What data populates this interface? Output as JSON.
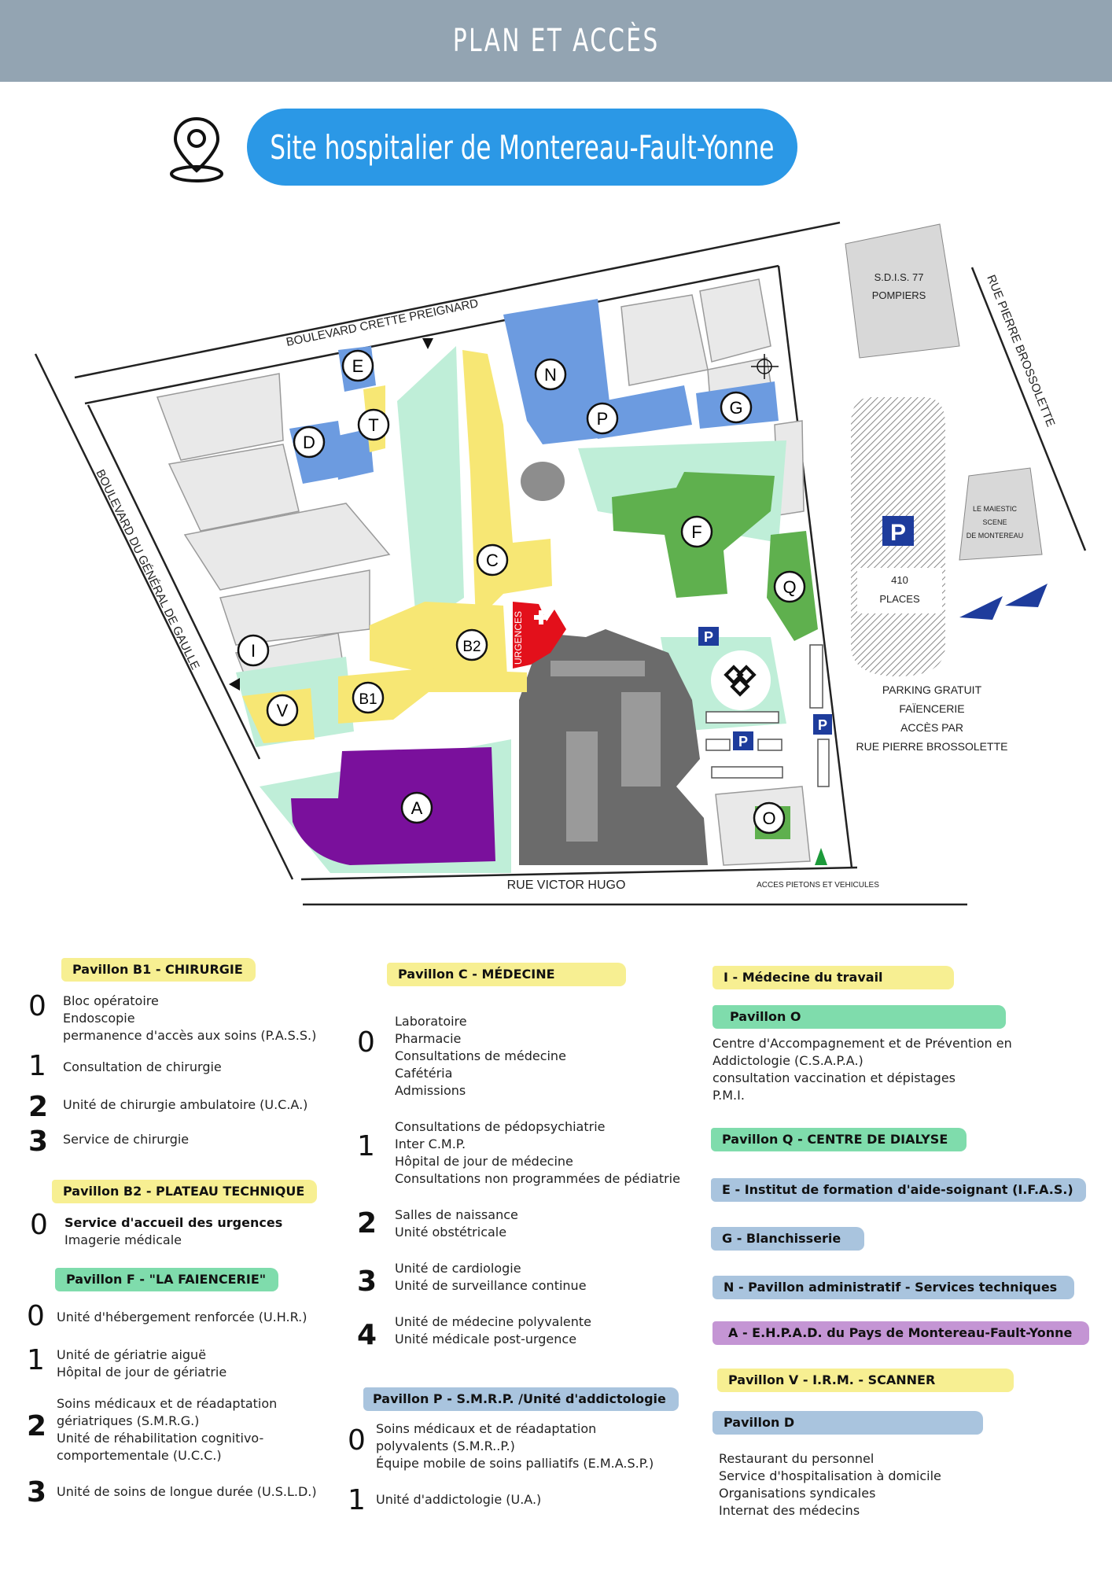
{
  "header": {
    "title": "PLAN ET ACCÈS",
    "site_name": "Site hospitalier de Montereau-Fault-Yonne",
    "bar_color": "#93a4b2",
    "pill_color": "#2b98e6"
  },
  "map": {
    "streets": {
      "north": "BOULEVARD CRETTE PREIGNARD",
      "west": "BOULEVARD DU GÉNÉRAL DE GAULLE",
      "east": "RUE PIERRE BROSSOLETTE",
      "south": "RUE VICTOR HUGO"
    },
    "access_label": "ACCES PIETONS ET VEHICULES",
    "sdis": [
      "S.D.I.S. 77",
      "POMPIERS"
    ],
    "majestic": [
      "LE MAIESTIC",
      "SCENE",
      "DE MONTEREAU"
    ],
    "parking_places": [
      "410",
      "PLACES"
    ],
    "parking_info": [
      "PARKING GRATUIT",
      "FAÏENCERIE",
      "ACCÈS PAR",
      "RUE PIERRE BROSSOLETTE"
    ],
    "parking_symbol": "P",
    "urgences_label": "URGENCES",
    "buildings": {
      "E": "E",
      "T": "T",
      "D": "D",
      "N": "N",
      "P": "P",
      "G": "G",
      "C": "C",
      "F": "F",
      "Q": "Q",
      "B2": "B2",
      "B1": "B1",
      "I": "I",
      "V": "V",
      "A": "A",
      "O": "O"
    },
    "colors": {
      "yellow": "#f7e774",
      "blue": "#6c9be0",
      "green": "#5fb04e",
      "purple": "#7a109c",
      "red": "#e3101b",
      "lawn": "#bfeed8"
    }
  },
  "legend": {
    "b1": {
      "title": "Pavillon B1 - CHIRURGIE",
      "floors": [
        {
          "n": "0",
          "items": [
            "Bloc opératoire",
            "Endoscopie",
            "permanence d'accès aux soins (P.A.S.S.)"
          ]
        },
        {
          "n": "1",
          "items": [
            "Consultation de chirurgie"
          ]
        },
        {
          "n": "2",
          "items": [
            "Unité de chirurgie ambulatoire (U.C.A.)"
          ]
        },
        {
          "n": "3",
          "items": [
            "Service de chirurgie"
          ]
        }
      ]
    },
    "b2": {
      "title": "Pavillon B2 - PLATEAU TECHNIQUE",
      "floors": [
        {
          "n": "0",
          "items": [
            "Service d'accueil des urgences",
            "Imagerie médicale"
          ]
        }
      ]
    },
    "f": {
      "title": "Pavillon F - \"LA FAIENCERIE\"",
      "floors": [
        {
          "n": "0",
          "items": [
            "Unité d'hébergement renforcée (U.H.R.)"
          ]
        },
        {
          "n": "1",
          "items": [
            "Unité de gériatrie aiguë",
            "Hôpital de jour de gériatrie"
          ]
        },
        {
          "n": "2",
          "items": [
            "Soins médicaux et de réadaptation",
            "gériatriques (S.M.R.G.)",
            "Unité de réhabilitation cognitivo-",
            "comportementale (U.C.C.)"
          ]
        },
        {
          "n": "3",
          "items": [
            "Unité de soins de longue durée (U.S.L.D.)"
          ]
        }
      ]
    },
    "c": {
      "title": "Pavillon C - MÉDECINE",
      "floors": [
        {
          "n": "0",
          "items": [
            "Laboratoire",
            "Pharmacie",
            "Consultations de médecine",
            "Cafétéria",
            "Admissions"
          ]
        },
        {
          "n": "1",
          "items": [
            "Consultations de pédopsychiatrie",
            "Inter C.M.P.",
            "Hôpital de jour de médecine",
            "Consultations non programmées de pédiatrie"
          ]
        },
        {
          "n": "2",
          "items": [
            "Salles de naissance",
            "Unité obstétricale"
          ]
        },
        {
          "n": "3",
          "items": [
            "Unité de cardiologie",
            "Unité de surveillance continue"
          ]
        },
        {
          "n": "4",
          "items": [
            "Unité de médecine polyvalente",
            "Unité médicale post-urgence"
          ]
        }
      ]
    },
    "p": {
      "title": "Pavillon P - S.M.R.P. /Unité d'addictologie",
      "floors": [
        {
          "n": "0",
          "items": [
            "Soins médicaux et de réadaptation",
            "polyvalents (S.M.R..P.)",
            "Équipe mobile de soins palliatifs (E.M.A.S.P.)"
          ]
        },
        {
          "n": "1",
          "items": [
            "Unité d'addictologie (U.A.)"
          ]
        }
      ]
    },
    "i": {
      "title": "I - Médecine du travail"
    },
    "o": {
      "title": "Pavillon O",
      "items": [
        "Centre d'Accompagnement et de Prévention en",
        "Addictologie (C.S.A.P.A.)",
        "consultation vaccination et dépistages",
        "P.M.I."
      ]
    },
    "q": {
      "title": "Pavillon Q - CENTRE DE DIALYSE"
    },
    "e": {
      "title": "E - Institut de formation d'aide-soignant (I.F.A.S.)"
    },
    "g": {
      "title": "G - Blanchisserie"
    },
    "n": {
      "title": "N - Pavillon administratif - Services techniques"
    },
    "a": {
      "title": "A - E.H.P.A.D. du Pays de Montereau-Fault-Yonne"
    },
    "v": {
      "title": "Pavillon V - I.R.M. - SCANNER"
    },
    "d": {
      "title": "Pavillon D",
      "items": [
        "Restaurant du personnel",
        "Service d'hospitalisation à domicile",
        "Organisations syndicales",
        "Internat des médecins"
      ]
    }
  }
}
